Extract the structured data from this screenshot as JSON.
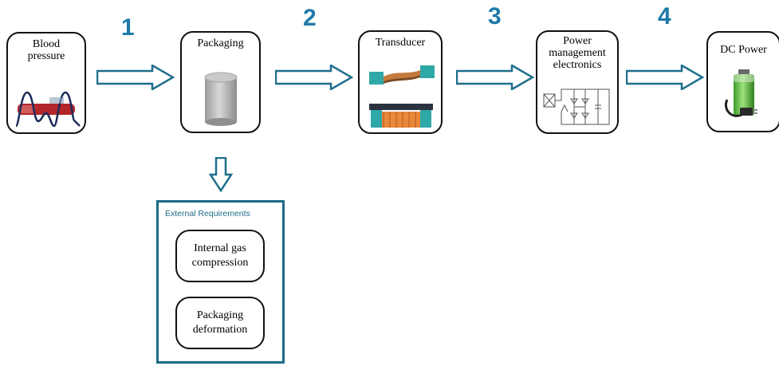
{
  "steps": [
    "1",
    "2",
    "3",
    "4"
  ],
  "nodes": {
    "blood_pressure": "Blood pressure",
    "packaging": "Packaging",
    "transducer": "Transducer",
    "power_electronics": "Power management electronics",
    "dc_power": "DC Power"
  },
  "requirements": {
    "title": "External Requirements",
    "items": [
      "Internal gas compression",
      "Packaging deformation"
    ]
  },
  "colors": {
    "arrow": "#1f6e8c",
    "step_number": "#1f7aa8",
    "requirements_border": "#1d6b86"
  }
}
